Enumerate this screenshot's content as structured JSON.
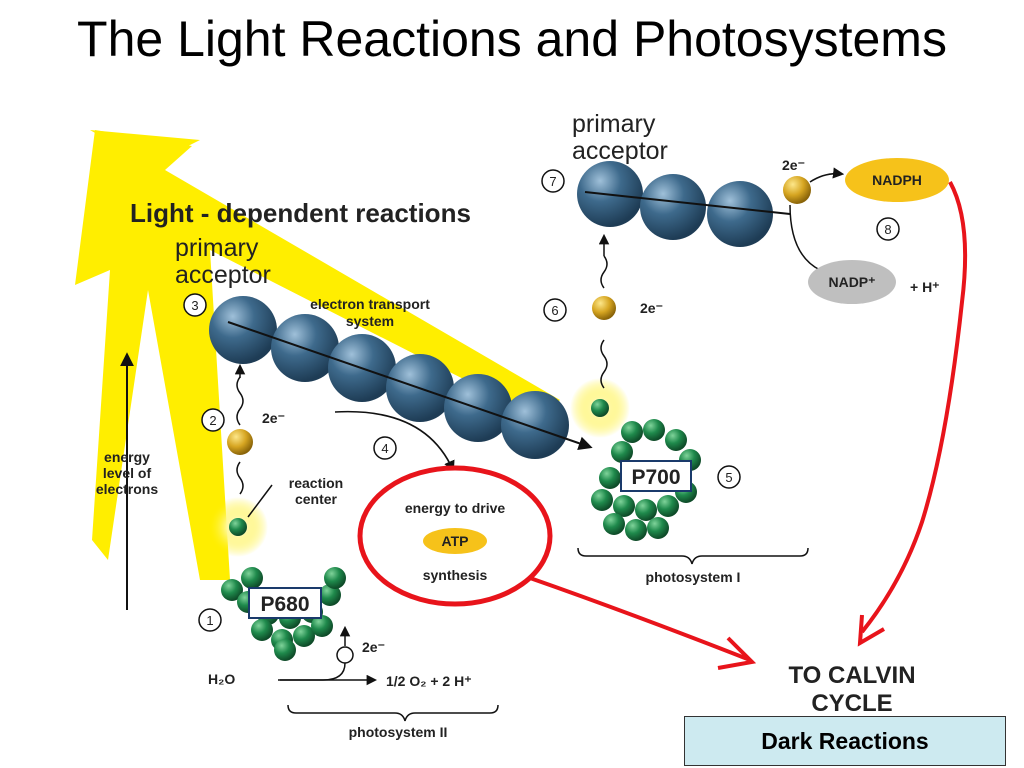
{
  "title": "The Light Reactions and Photosystems",
  "colors": {
    "sun": "#ffee00",
    "electron_carrier": "#3e6a8c",
    "chlorophyll": "#1f8a4c",
    "electron": "#d6a521",
    "highlight_red": "#e8141b",
    "nadph": "#f6c21a",
    "nadp": "#bfbfbf",
    "box_fill": "#cdeaf0"
  },
  "diagram": {
    "banner": "Light - dependent reactions",
    "primary_acceptor_1_line1": "primary",
    "primary_acceptor_1_line2": "acceptor",
    "primary_acceptor_2_line1": "primary",
    "primary_acceptor_2_line2": "acceptor",
    "electron_transport_line1": "electron transport",
    "electron_transport_line2": "system",
    "energy_level_line1": "energy",
    "energy_level_line2": "level of",
    "energy_level_line3": "electrons",
    "reaction_center_line1": "reaction",
    "reaction_center_line2": "center",
    "p680": "P680",
    "p700": "P700",
    "water": "H₂O",
    "products": "1/2 O₂ + 2 H⁺",
    "photosystem_ii": "photosystem II",
    "photosystem_i": "photosystem I",
    "atp_line1": "energy to drive",
    "atp": "ATP",
    "atp_line2": "synthesis",
    "electron_pair": "2e⁻",
    "nadph": "NADPH",
    "nadp_plus": "NADP⁺",
    "h_plus": "+ H⁺",
    "calvin_line1": "TO CALVIN",
    "calvin_line2": "CYCLE",
    "steps": [
      "1",
      "2",
      "3",
      "4",
      "5",
      "6",
      "7",
      "8"
    ]
  },
  "dark_reactions": "Dark Reactions"
}
